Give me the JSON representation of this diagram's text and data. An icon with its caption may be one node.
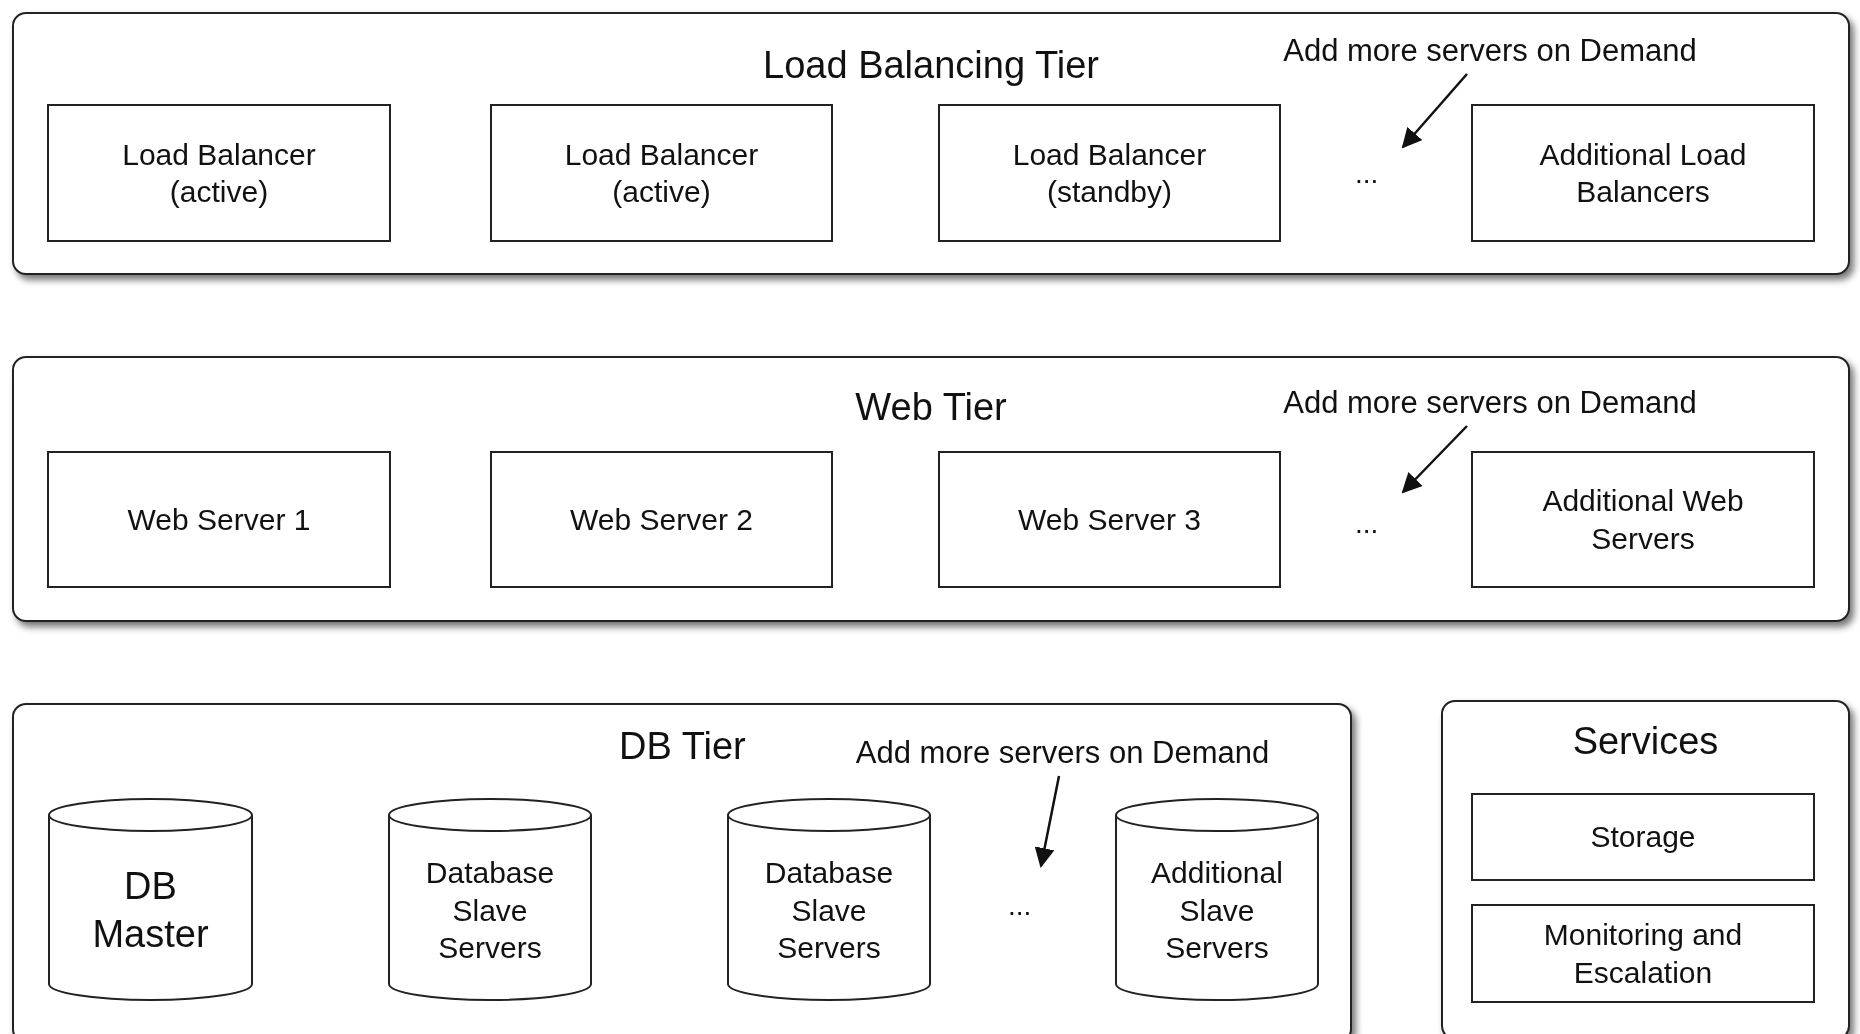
{
  "diagram": {
    "nodes": [
      {
        "text": [
          "Load Balancing Tier"
        ]
      },
      {
        "text": [
          "Add more servers on Demand"
        ],
        "in": 0
      },
      {
        "text": [
          "Load Balancer (active)"
        ],
        "in": 0
      },
      {
        "text": [
          "Load Balancer (active)"
        ],
        "in": 0
      },
      {
        "text": [
          "Load Balancer (standby)"
        ],
        "in": 0
      },
      {
        "text": [
          "Additional Load Balancers"
        ],
        "in": 0
      },
      {
        "text": [
          "Web Tier"
        ]
      },
      {
        "text": [
          "Add more servers on Demand"
        ],
        "in": 6
      },
      {
        "text": [
          "Web Server 1"
        ],
        "in": 6
      },
      {
        "text": [
          "Web Server 2"
        ],
        "in": 6
      },
      {
        "text": [
          "Web Server 3"
        ],
        "in": 6
      },
      {
        "text": [
          "Additional Web Servers"
        ],
        "in": 6
      },
      {
        "text": [
          "DB Tier"
        ]
      },
      {
        "text": [
          "Add more servers on Demand"
        ],
        "in": 12
      },
      {
        "text": [
          "DB Master"
        ],
        "in": 12
      },
      {
        "text": [
          "Database Slave Servers"
        ],
        "in": 12
      },
      {
        "text": [
          "Database Slave Servers"
        ],
        "in": 12
      },
      {
        "text": [
          "Additional Slave Servers"
        ],
        "in": 12
      },
      {
        "text": [
          "Services"
        ]
      },
      {
        "text": [
          "Storage"
        ],
        "in": 18
      },
      {
        "text": [
          "Monitoring and Escalation"
        ],
        "in": 18
      }
    ],
    "edges": [
      {
        "from": 1,
        "to": null,
        "arrow": "to"
      },
      {
        "from": 7,
        "to": null,
        "arrow": "to"
      },
      {
        "from": 13,
        "to": null,
        "arrow": "to"
      }
    ],
    "labels": [
      "...",
      "...",
      "..."
    ]
  }
}
